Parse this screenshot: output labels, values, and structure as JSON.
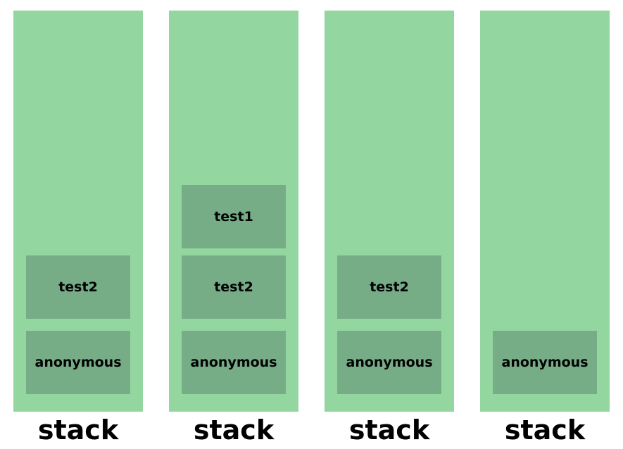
{
  "stacks": [
    {
      "label": "stack",
      "frames": [
        "anonymous",
        "test2"
      ]
    },
    {
      "label": "stack",
      "frames": [
        "anonymous",
        "test2",
        "test1"
      ]
    },
    {
      "label": "stack",
      "frames": [
        "anonymous",
        "test2"
      ]
    },
    {
      "label": "stack",
      "frames": [
        "anonymous"
      ]
    }
  ],
  "colors": {
    "stack_background": "#94d6a0",
    "frame_background": "#76ad87",
    "text": "#000000"
  }
}
